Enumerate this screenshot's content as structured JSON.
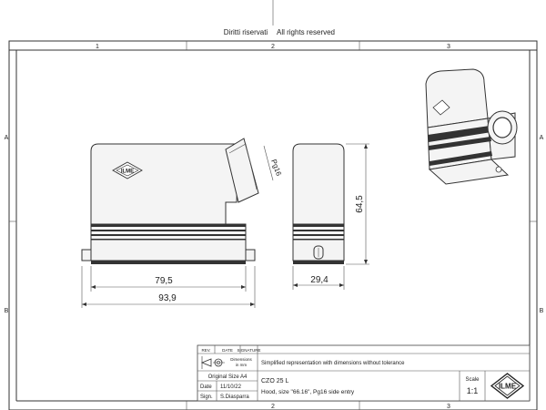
{
  "header": {
    "rights_it": "Diritti riservati",
    "rights_en": "All rights reserved"
  },
  "grid": {
    "columns": [
      "1",
      "2",
      "3"
    ],
    "rows": [
      "A",
      "B"
    ]
  },
  "drawing": {
    "cable_entry_label": "Pg16",
    "dim_width_inner": "79,5",
    "dim_width_outer": "93,9",
    "dim_depth": "29,4",
    "dim_height": "64,5"
  },
  "title_block": {
    "col_rev": "REV.",
    "col_date": "DATE",
    "col_signature": "SIGNATURE",
    "dimensions_label_1": "Dimensions",
    "dimensions_label_2": "in mm",
    "note": "Simplified representation with dimensions without tolerance",
    "original_size": "Original Size A4",
    "date_label": "Date",
    "date_value": "11/10/22",
    "sign_label": "Sign.",
    "sign_value": "S.Diasparra",
    "code": "CZO 25 L",
    "description": "Hood, size \"66.16\", Pg16 side entry",
    "scale_label": "Scale",
    "scale_value": "1:1",
    "logo_text": "ILME"
  },
  "colors": {
    "line": "#333333",
    "band": "#333333",
    "body_fill": "#f4f4f4"
  }
}
